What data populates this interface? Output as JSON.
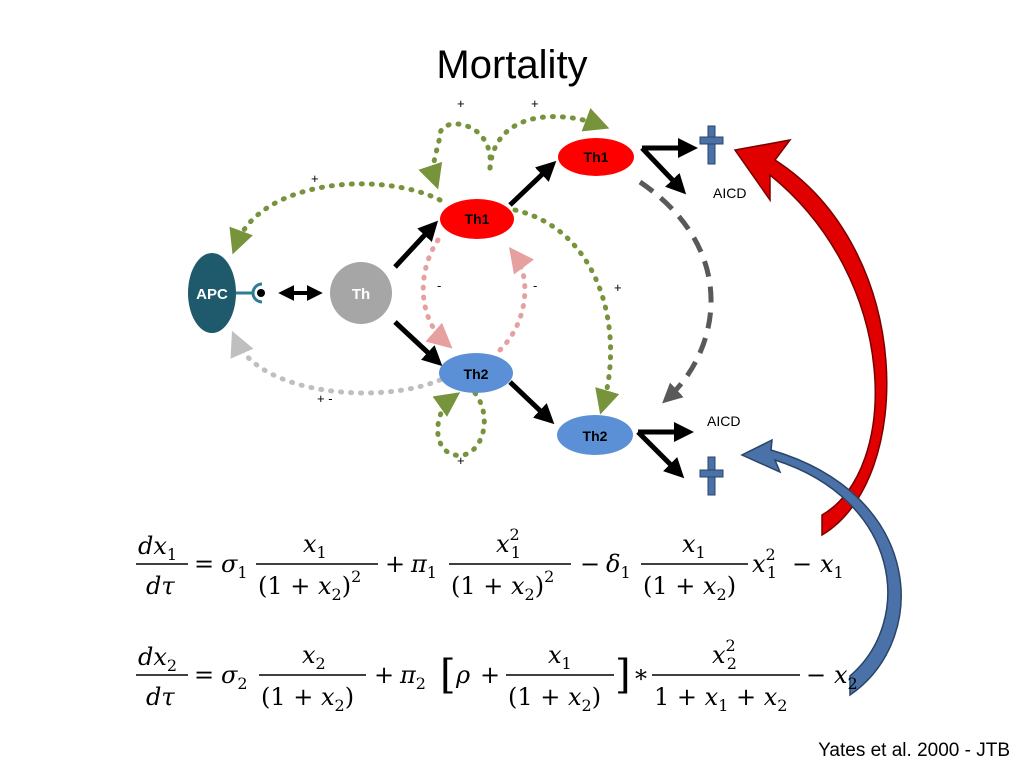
{
  "title": "Mortality",
  "nodes": {
    "apc": "APC",
    "th": "Th",
    "th1_a": "Th1",
    "th1_b": "Th1",
    "th2_a": "Th2",
    "th2_b": "Th2"
  },
  "labels": {
    "aicd_top": "AICD",
    "aicd_bottom": "AICD",
    "plus_top_left": "+",
    "plus_top_right": "+",
    "plus_apc": "+",
    "minus_left": "-",
    "minus_right": "-",
    "plus_right": "+",
    "plus_minus_bottom": "+ -",
    "plus_bottom": "+"
  },
  "equations": {
    "eq1": {
      "lhs_num": "dx",
      "lhs_num_sub": "1",
      "lhs_den": "dτ",
      "t1_coef": "σ",
      "t1_coef_sub": "1",
      "t2_coef": "π",
      "t2_coef_sub": "1",
      "t3_coef": "δ",
      "t3_coef_sub": "1"
    },
    "eq2": {
      "lhs_num": "dx",
      "lhs_num_sub": "2",
      "lhs_den": "dτ",
      "t1_coef": "σ",
      "t1_coef_sub": "2",
      "t2_coef": "π",
      "t2_coef_sub": "2",
      "rho": "ρ"
    }
  },
  "citation": "Yates et al. 2000 - JTB",
  "colors": {
    "apc": "#1e5a6b",
    "th": "#a6a6a6",
    "th1": "#ff0000",
    "th2": "#5b8fd6",
    "green_dots": "#77933c",
    "pink_dots": "#e6a0a0",
    "gray_dots": "#bfbfbf",
    "dash": "#595959",
    "red_arrow": "#e00000",
    "blue_arrow": "#4a72a8"
  }
}
